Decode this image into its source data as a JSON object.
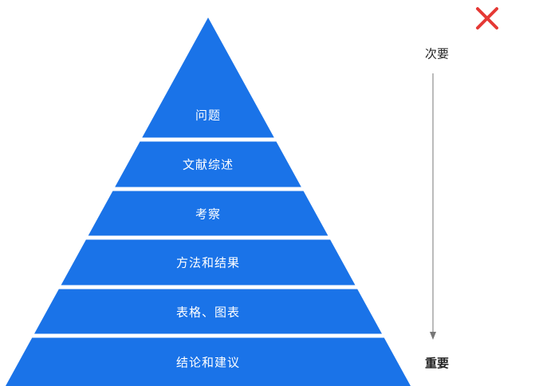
{
  "pyramid": {
    "fill_color": "#1a73e8",
    "separator_color": "#ffffff",
    "tiers": [
      {
        "label": "问题"
      },
      {
        "label": "文献综述"
      },
      {
        "label": "考察"
      },
      {
        "label": "方法和结果"
      },
      {
        "label": "表格、图表"
      },
      {
        "label": "结论和建议"
      }
    ]
  },
  "scale": {
    "top_label": "次要",
    "bottom_label": "重要",
    "arrow_color": "#777777"
  },
  "mark": {
    "icon": "x-cross-icon",
    "color": "#e53935"
  }
}
